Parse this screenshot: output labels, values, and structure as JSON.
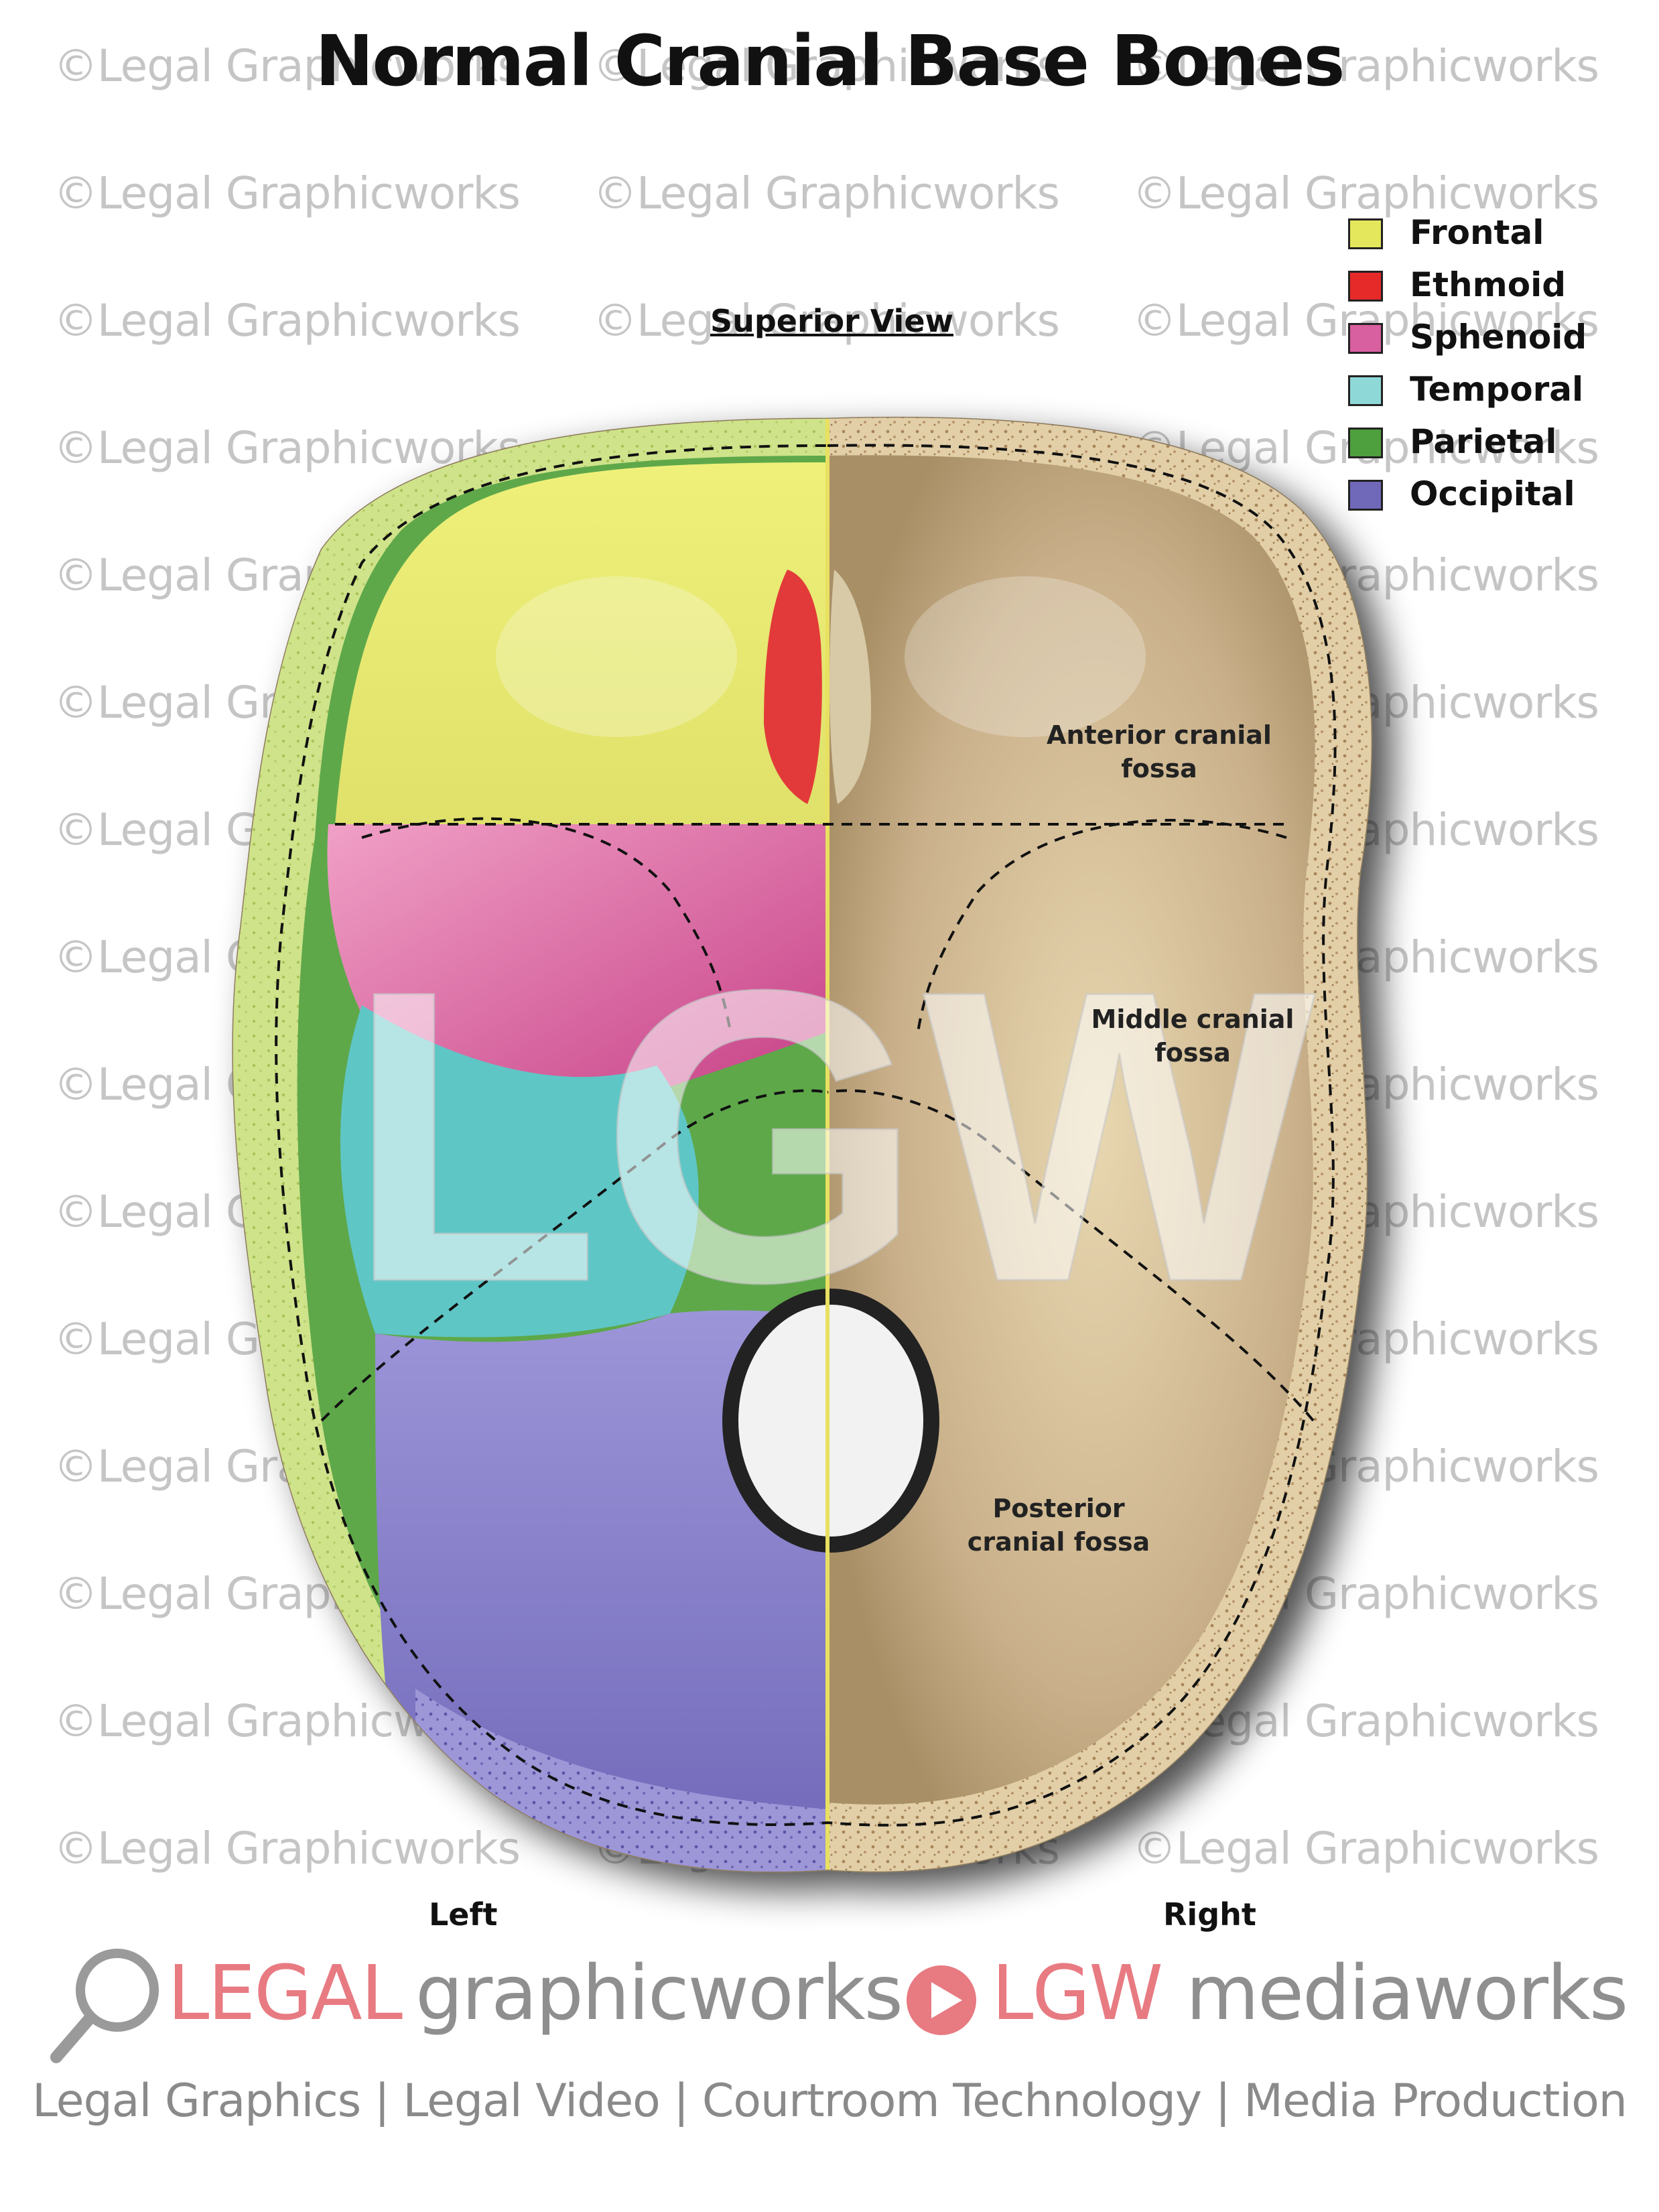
{
  "title": "Normal Cranial Base Bones",
  "view_label": "Superior View",
  "legend": [
    {
      "label": "Frontal",
      "color": "#e4e65c"
    },
    {
      "label": "Ethmoid",
      "color": "#e62a2a"
    },
    {
      "label": "Sphenoid",
      "color": "#d85fa0"
    },
    {
      "label": "Temporal",
      "color": "#8fd8d8"
    },
    {
      "label": "Parietal",
      "color": "#4e9f3d"
    },
    {
      "label": "Occipital",
      "color": "#7068b8"
    }
  ],
  "fossa_labels": {
    "anterior": "Anterior cranial fossa",
    "middle": "Middle cranial fossa",
    "posterior": "Posterior cranial fossa"
  },
  "side_labels": {
    "left": "Left",
    "right": "Right"
  },
  "watermark": {
    "text": "©Legal Graphicworks",
    "overlay_logo": "LGW"
  },
  "branding": {
    "legal": "LEGAL",
    "graphicworks": "graphicworks",
    "lgw": "LGW",
    "mediaworks": "mediaworks",
    "accent_color": "#e87a82",
    "gray_color": "#8f8f8f"
  },
  "tagline": "Legal Graphics | Legal Video | Courtroom Technology | Media Production",
  "icons": [
    "magnifier-icon",
    "play-icon"
  ]
}
